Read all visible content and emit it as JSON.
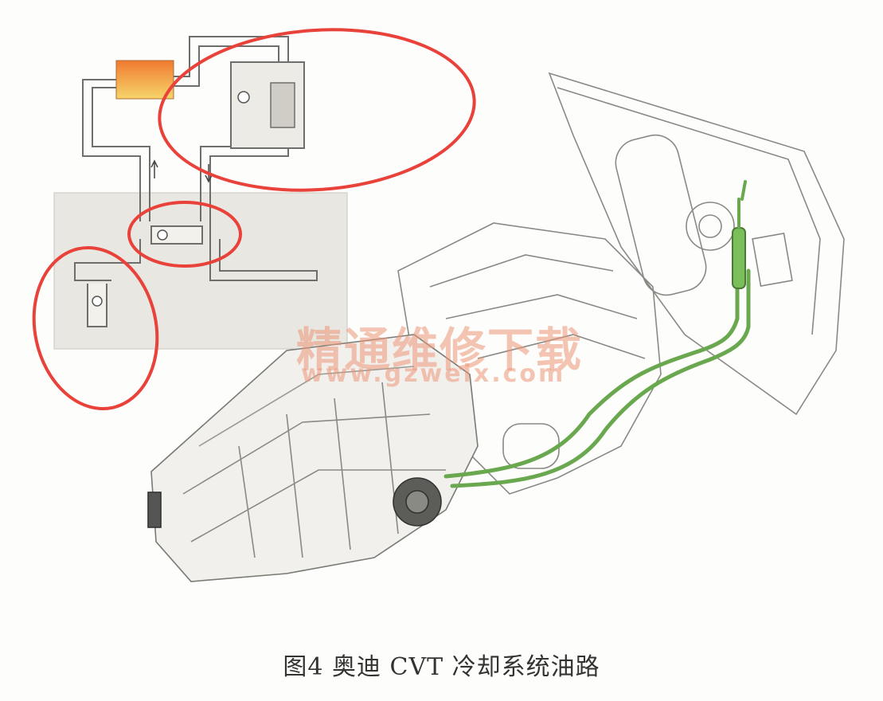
{
  "figure": {
    "caption": "图4 奥迪 CVT 冷却系统油路"
  },
  "watermark": {
    "text": "精通维修下载",
    "url": "www.gzweix.com"
  },
  "colors": {
    "highlight_ring": "#e8423a",
    "oil_line": "#6aa84f",
    "hydraulic_panel": "#e8e6e0",
    "cooler_gradient_top": "#f08a3a",
    "cooler_gradient_bottom": "#f4d060",
    "line_art": "#7a7a74"
  }
}
